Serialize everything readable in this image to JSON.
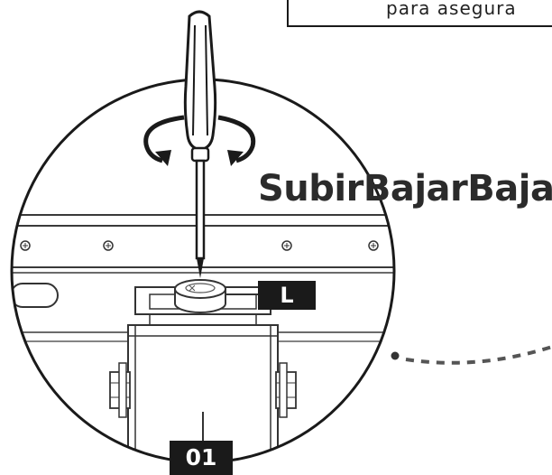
{
  "caption": {
    "text": "para asegura"
  },
  "headline": {
    "text": "SubirBajarBajar"
  },
  "tags": {
    "screw_label": "L",
    "part_number": "01"
  }
}
